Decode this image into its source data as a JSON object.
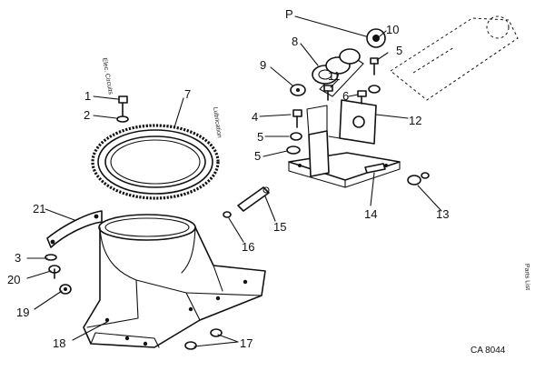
{
  "diagram": {
    "drawing_code": "CA 8044",
    "callouts": [
      "1",
      "2",
      "3",
      "4",
      "5",
      "6",
      "7",
      "8",
      "9",
      "10",
      "11",
      "12",
      "13",
      "14",
      "15",
      "16",
      "17",
      "18",
      "19",
      "20",
      "21",
      "P"
    ],
    "side_notes": [
      "Elec. Circuits",
      "Lubrication",
      "Parts List"
    ]
  }
}
